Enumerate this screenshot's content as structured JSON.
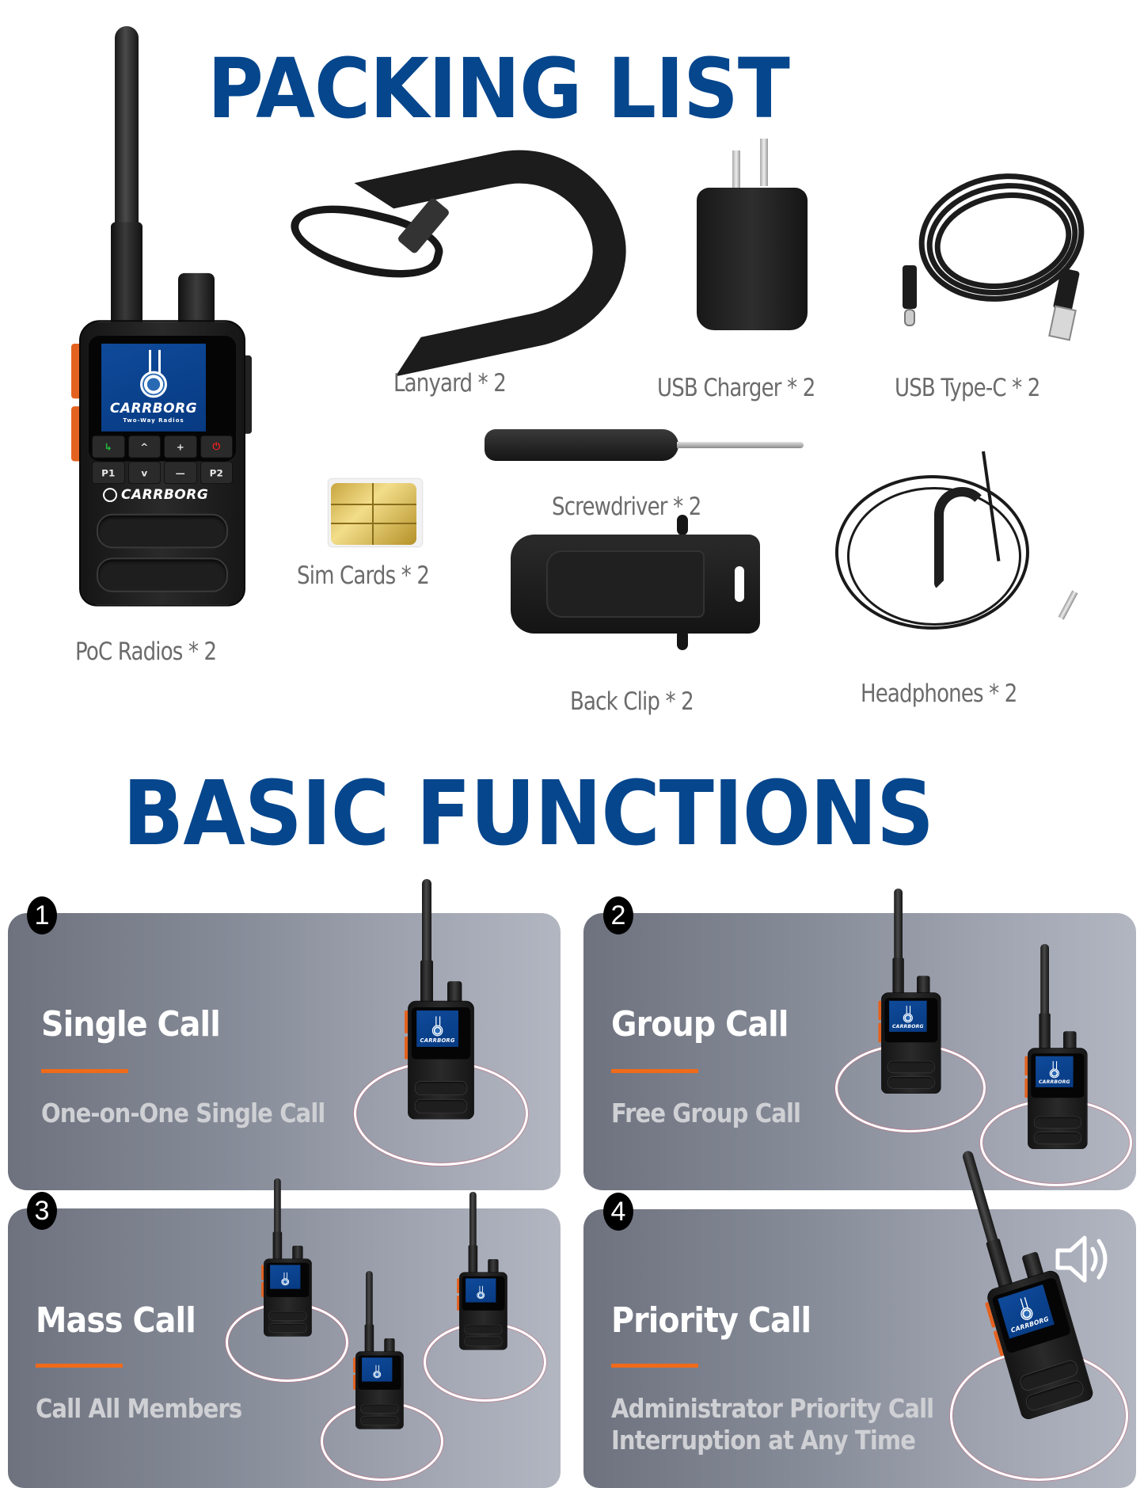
{
  "packing_list": {
    "title": "PACKING LIST",
    "items": [
      {
        "name": "PoC Radios",
        "quantity": "* 2",
        "label": "PoC Radios * 2"
      },
      {
        "name": "Lanyard",
        "quantity": "* 2",
        "label": "Lanyard * 2"
      },
      {
        "name": "USB Charger",
        "quantity": "* 2",
        "label": "USB Charger * 2"
      },
      {
        "name": "USB Type-C",
        "quantity": "* 2",
        "label": "USB Type-C * 2"
      },
      {
        "name": "Screwdriver",
        "quantity": "* 2",
        "label": "Screwdriver * 2"
      },
      {
        "name": "Sim Cards",
        "quantity": "* 2",
        "label": "Sim Cards * 2"
      },
      {
        "name": "Back Clip",
        "quantity": "* 2",
        "label": "Back Clip * 2"
      },
      {
        "name": "Headphones",
        "quantity": "* 2",
        "label": "Headphones * 2"
      }
    ]
  },
  "radio": {
    "brand": "CARRBORG",
    "tagline": "Two-Way Radios",
    "keys": [
      "↳",
      "^",
      "+",
      "⏻",
      "P1",
      "v",
      "—",
      "P2"
    ]
  },
  "basic_functions": {
    "title": "BASIC FUNCTIONS",
    "panels": [
      {
        "number": "1",
        "title": "Single Call",
        "subtitle": "One-on-One Single Call"
      },
      {
        "number": "2",
        "title": "Group Call",
        "subtitle": "Free Group Call"
      },
      {
        "number": "3",
        "title": "Mass Call",
        "subtitle": "Call All Members"
      },
      {
        "number": "4",
        "title": "Priority Call",
        "subtitle_lines": [
          "Administrator Priority Call",
          "Interruption at Any Time"
        ]
      }
    ]
  },
  "colors": {
    "title_blue": "#05468D",
    "accent_orange": "#F06A1A",
    "label_gray": "#6B6B6B",
    "panel_gradient_start": "#6E727E",
    "panel_gradient_end": "#B2B6C1",
    "subtitle_gray": "#CFD0D4"
  }
}
